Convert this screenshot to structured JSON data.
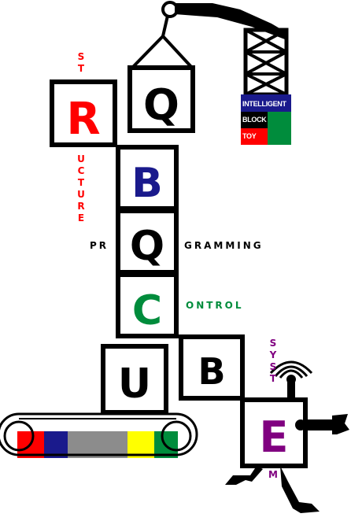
{
  "colors": {
    "red": "#ff0000",
    "navy": "#1a1a8c",
    "green": "#008c3c",
    "purple": "#800080",
    "black": "#000000",
    "gray": "#8c8c8c",
    "yellow": "#ffff00"
  },
  "blocks": {
    "r": "R",
    "q_top": "Q",
    "b": "B",
    "q_mid": "Q",
    "c": "C",
    "u": "U",
    "b_small": "B",
    "e": "E"
  },
  "words": {
    "structure_s": "S",
    "structure_t": "T",
    "structure_rest": [
      "U",
      "C",
      "T",
      "U",
      "R",
      "E"
    ],
    "programming_pr": "PR",
    "programming_rest": "GRAMMING",
    "control_rest": "ONTROL",
    "system_top": [
      "S",
      "Y",
      "S",
      "T"
    ],
    "system_m": "M"
  },
  "logo": {
    "line1": "INTELLIGENT",
    "line2": "BLOCK",
    "line3": "TOY"
  },
  "icons": [
    "crane-icon",
    "conveyor-belt-icon",
    "robot-legs-icon",
    "wrench-icon",
    "antenna-icon"
  ]
}
